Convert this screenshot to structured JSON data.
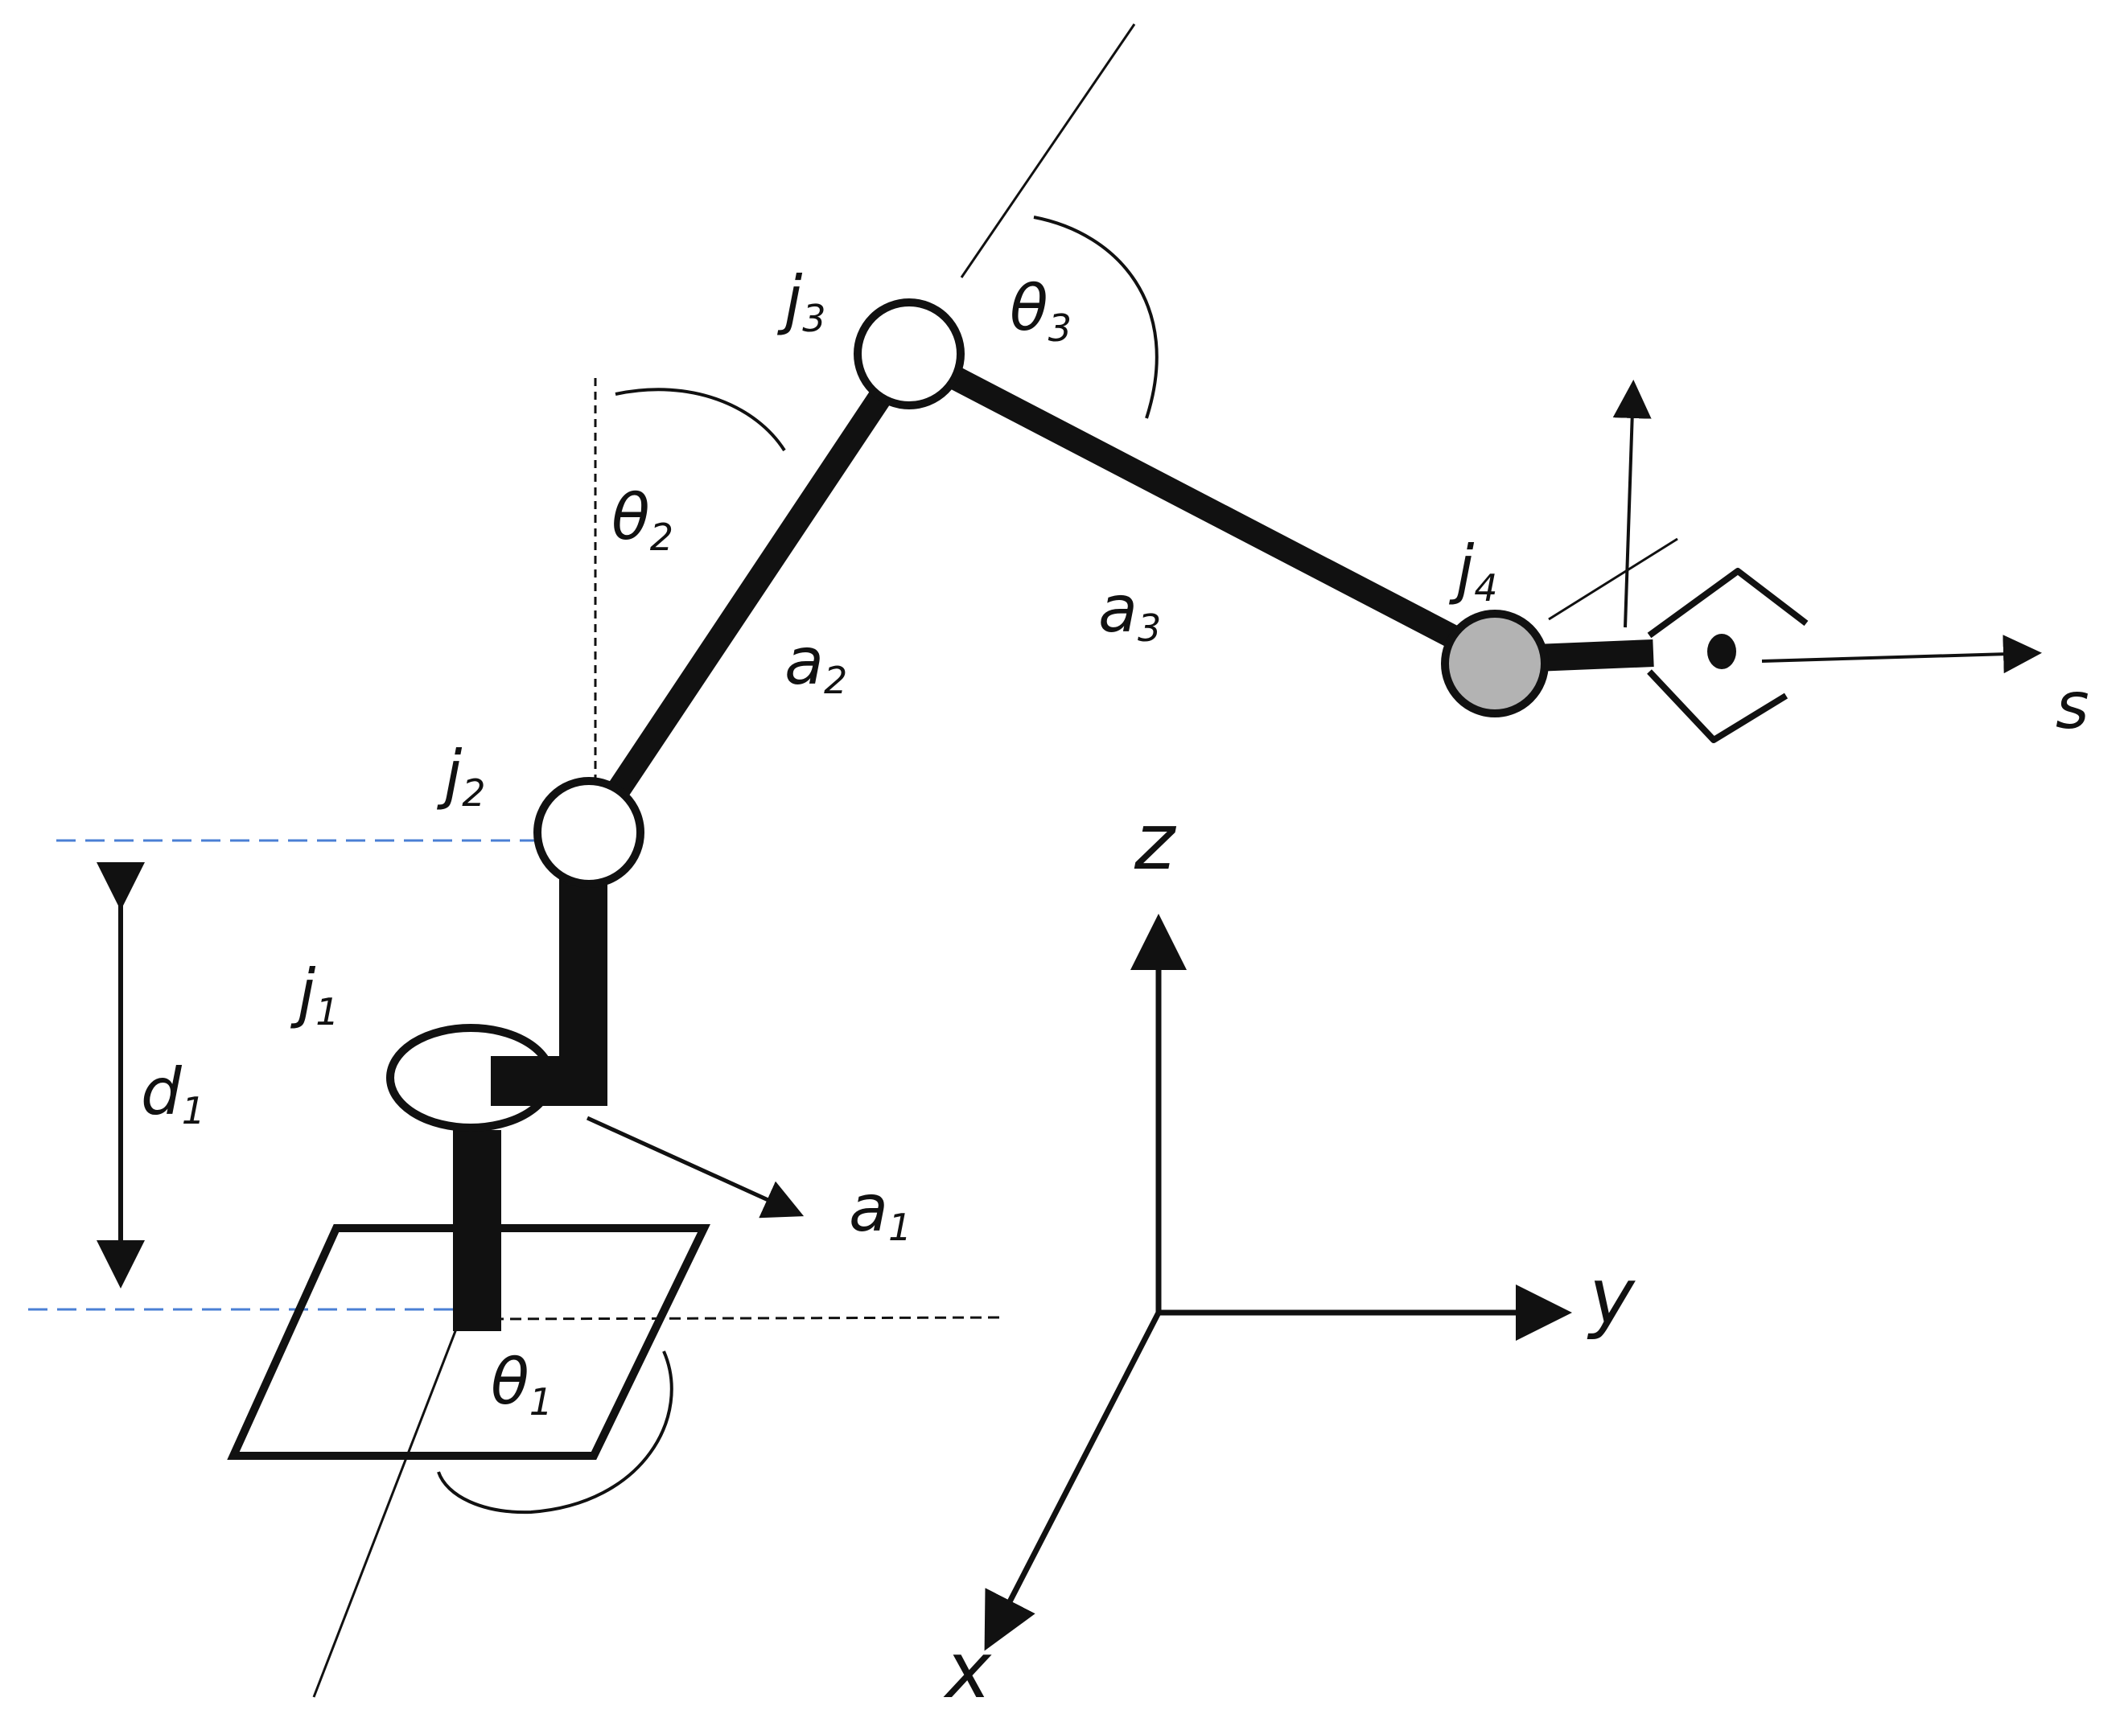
{
  "labels": {
    "j1": "j",
    "j1_sub": "1",
    "j2": "j",
    "j2_sub": "2",
    "j3": "j",
    "j3_sub": "3",
    "j4": "j",
    "j4_sub": "4",
    "theta1": "θ",
    "theta1_sub": "1",
    "theta2": "θ",
    "theta2_sub": "2",
    "theta3": "θ",
    "theta3_sub": "3",
    "a1": "a",
    "a1_sub": "1",
    "a2": "a",
    "a2_sub": "2",
    "a3": "a",
    "a3_sub": "3",
    "d1": "d",
    "d1_sub": "1",
    "end_effector_axis": "s"
  },
  "axes": {
    "z": "z",
    "y": "y",
    "x": "x"
  },
  "colors": {
    "ink": "#111111",
    "guide": "#4a7fd4",
    "end_joint": "#b3b3b3"
  }
}
